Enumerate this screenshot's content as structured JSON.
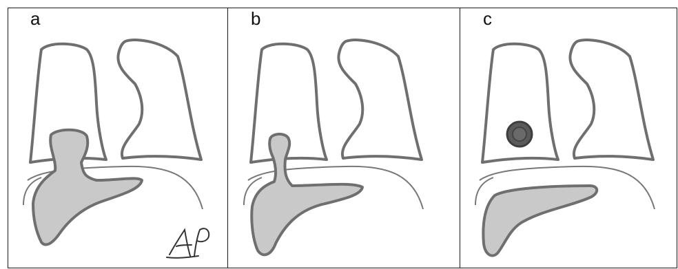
{
  "panels": [
    {
      "label": "a"
    },
    {
      "label": "b"
    },
    {
      "label": "c"
    }
  ],
  "signature": "AP",
  "colors": {
    "outline": "#6f6f6f",
    "fill": "#c9c9c9",
    "dark_fill": "#5a5a5a",
    "frame": "#1a1a1a"
  }
}
